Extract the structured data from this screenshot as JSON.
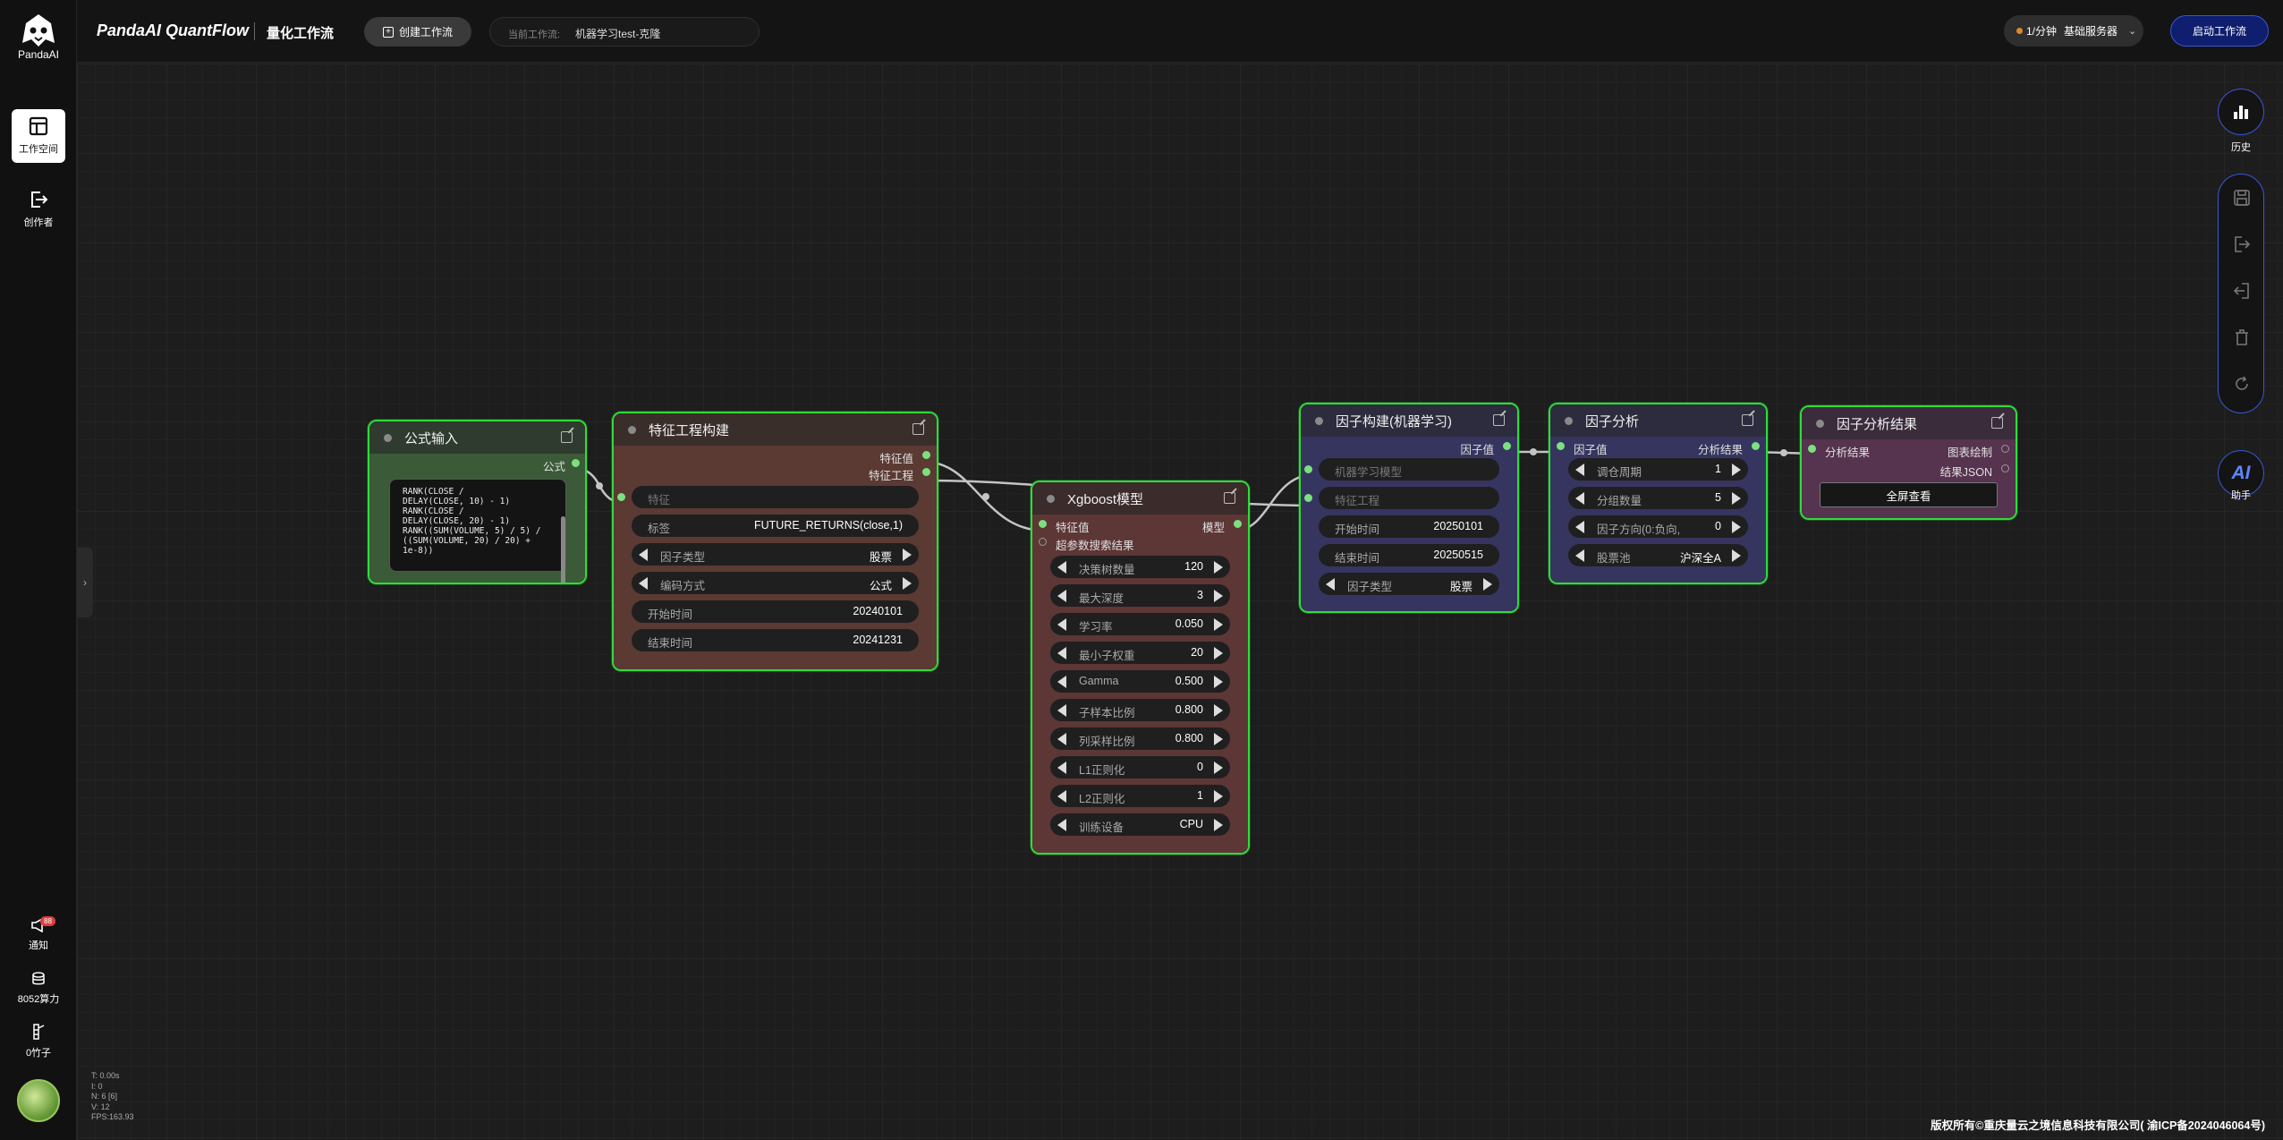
{
  "header": {
    "brand_title": "PandaAI QuantFlow",
    "brand_subtitle": "量化工作流",
    "create_button": "创建工作流",
    "current_workflow_label": "当前工作流:",
    "current_workflow_name": "机器学习test-克隆",
    "server_rate": "1/分钟",
    "server_name": "基础服务器",
    "start_button": "启动工作流"
  },
  "sidebar": {
    "logo_text": "PandaAI",
    "items": [
      {
        "label": "工作空间",
        "icon": "workspace-icon",
        "active": true
      },
      {
        "label": "创作者",
        "icon": "exit-icon",
        "active": false
      }
    ],
    "notify_label": "通知",
    "notify_badge": "88",
    "compute_label": "8052算力",
    "bamboo_label": "0竹子"
  },
  "nodes": {
    "formula": {
      "title": "公式输入",
      "out_port": "公式",
      "formula_text": "RANK(CLOSE /\nDELAY(CLOSE, 10) - 1)\nRANK(CLOSE /\nDELAY(CLOSE, 20) - 1)\nRANK((SUM(VOLUME, 5) / 5) /\n((SUM(VOLUME, 20) / 20) +\n1e-8))"
    },
    "feature": {
      "title": "特征工程构建",
      "out_ports": [
        "特征值",
        "特征工程"
      ],
      "input_feature": "特征",
      "label_name": "标签",
      "label_value": "FUTURE_RETURNS(close,1)",
      "factor_type_label": "因子类型",
      "factor_type_value": "股票",
      "encoding_label": "编码方式",
      "encoding_value": "公式",
      "start_label": "开始时间",
      "start_value": "20240101",
      "end_label": "结束时间",
      "end_value": "20241231"
    },
    "xgb": {
      "title": "Xgboost模型",
      "in_ports": [
        "特征值",
        "超参数搜索结果"
      ],
      "out_port": "模型",
      "params": [
        {
          "label": "决策树数量",
          "value": "120"
        },
        {
          "label": "最大深度",
          "value": "3"
        },
        {
          "label": "学习率",
          "value": "0.050"
        },
        {
          "label": "最小子权重",
          "value": "20"
        },
        {
          "label": "Gamma",
          "value": "0.500"
        },
        {
          "label": "子样本比例",
          "value": "0.800"
        },
        {
          "label": "列采样比例",
          "value": "0.800"
        },
        {
          "label": "L1正则化",
          "value": "0"
        },
        {
          "label": "L2正则化",
          "value": "1"
        },
        {
          "label": "训练设备",
          "value": "CPU"
        }
      ]
    },
    "factor": {
      "title": "因子构建(机器学习)",
      "out_port": "因子值",
      "in_ports": [
        "机器学习模型",
        "特征工程"
      ],
      "start_label": "开始时间",
      "start_value": "20250101",
      "end_label": "结束时间",
      "end_value": "20250515",
      "type_label": "因子类型",
      "type_value": "股票"
    },
    "analysis": {
      "title": "因子分析",
      "in_port": "因子值",
      "out_port": "分析结果",
      "params": [
        {
          "label": "调仓周期",
          "value": "1"
        },
        {
          "label": "分组数量",
          "value": "5"
        },
        {
          "label": "因子方向(0:负向,",
          "value": "0"
        },
        {
          "label": "股票池",
          "value": "沪深全A"
        }
      ]
    },
    "result": {
      "title": "因子分析结果",
      "in_port": "分析结果",
      "out_ports": [
        "图表绘制",
        "结果JSON"
      ],
      "fullscreen_button": "全屏查看"
    }
  },
  "right_toolbar": {
    "history_label": "历史",
    "assistant_label": "助手",
    "assistant_glyph": "AI"
  },
  "stats": {
    "t": "T: 0.00s",
    "i": "I: 0",
    "n": "N: 6 [6]",
    "v": "V: 12",
    "fps": "FPS:163.93"
  },
  "footer": {
    "copyright": "版权所有©重庆量云之境信息科技有限公司( 渝ICP备2024046064号)"
  },
  "colors": {
    "node_border": "#2fdc3a",
    "accent_blue": "#3a56d8",
    "port_green": "#7de07f"
  }
}
